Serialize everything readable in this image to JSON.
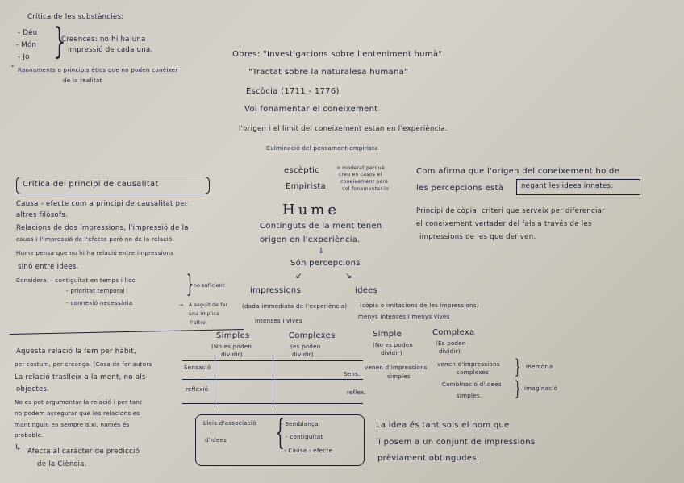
{
  "texts": {
    "critica_title": "Crítica de les substàncies:",
    "deu": "- Déu",
    "mon": "- Món",
    "jo": "- Jo",
    "creences_1": "Creences: no hi ha una",
    "creences_2": "impressió de cada una.",
    "razonaments_1": "Raonaments o principis ètics que no poden conèixer",
    "razonaments_2": "de la realitat",
    "obres": "Obres: \"Investigacions sobre l'enteniment humà\"",
    "tractat": "\"Tractat sobre la naturalesa humana\"",
    "escocia": "Escòcia (1711 - 1776)",
    "vol": "Vol fonamentar el coneixement",
    "origen": "l'origen i el límit del coneixement estan en l'experiència.",
    "culminacio": "Culminació del pensament empirista",
    "esceptic": "escèptic",
    "esceptic_note_1": "o moderat perquè",
    "esceptic_note_2": "creu en casos el",
    "esceptic_note_3": "coneixement però",
    "esceptic_note_4": "vol fonamentar-lo",
    "empirista": "Empirista",
    "hume": "Hume",
    "contingut_1": "Continguts de la ment tenen",
    "contingut_2": "origen en l'experiència.",
    "son_percepcions": "Són percepcions",
    "afirma_1": "Com afirma que l'origen del coneixement ho de",
    "afirma_2": "les percepcions està",
    "nega": "negant les idees innates.",
    "principi_1": "Principi de còpia: criteri que serveix per diferenciar",
    "principi_2": "el coneixement vertader del fals a través de les",
    "principi_3": "impressions de les que deriven.",
    "critica_causalitat": "Crítica del principi de causalitat",
    "causa_1": "Causa - efecte com a principi de causalitat per",
    "causa_2": "altres filòsofs.",
    "relacio_1": "Relacions de dos impressions, l'impressió de la",
    "relacio_2": "causa i l'impressió de l'efecte però no de la relació.",
    "relacio_3": "Hume pensa que no hi ha relació entre impressions",
    "relacio_4": "sinó entre idees.",
    "considera": "Considera: - contiguïtat en temps i lloc",
    "prioritat": "- prioritat temporal",
    "connexio": "- connexió necessària",
    "no_suficient": "no suficient",
    "futur_1": "A seguit de fer",
    "futur_2": "una implica",
    "futur_3": "l'altre.",
    "impressions": "impressions",
    "idees": "idees",
    "imp_def": "(dada immediata de l'experiència)",
    "idees_def": "(còpia o imitacions de les impressions)",
    "imp_quals": "intenses i vives",
    "idees_quals": "menys intenses i menys vives",
    "simples_left": "Simples",
    "simples_left_note_1": "(No es poden",
    "simples_left_note_2": "dividir)",
    "complexes_left": "Complexes",
    "complexes_left_note_1": "(es poden",
    "complexes_left_note_2": "dividir)",
    "simple_right": "Simple",
    "simple_right_note_1": "(No es poden",
    "simple_right_note_2": "dividir)",
    "complexa_right": "Complexa",
    "complexa_right_note_1": "(Es poden",
    "complexa_right_note_2": "dividir)",
    "sensacio": "Sensació",
    "reflexio": "reflexió",
    "sens": "Sens.",
    "reflex": "reflex.",
    "venen_1": "venen d'impressions",
    "venen_2": "simples",
    "venen_comp_1": "venen d'impressions",
    "venen_comp_2": "complexes",
    "combinacio_1": "Combinació d'idees",
    "combinacio_2": "simples.",
    "memoria": "memòria",
    "imaginacio": "imaginació",
    "aquesta_1": "Aquesta relació la fem per hàbit,",
    "aquesta_2": "per costum, per creença. (Cosa de fer autors",
    "aquesta_3": "La relació traslleix a la ment, no als",
    "aquesta_4": "objectes.",
    "aquesta_5": "No es pot argumentar la relació i per tant",
    "aquesta_6": "no podem assegurar que les relacions es",
    "aquesta_7": "mantinguin en sempre aixi, només és",
    "aquesta_8": "probable.",
    "afecta_1": "Afecta al caràcter de predicció",
    "afecta_2": "de la Ciència.",
    "lleis_1": "Lleis d'associació",
    "lleis_2": "d'idees",
    "semblanca": "- Semblança",
    "contiguitat": "- contiguïtat",
    "causa_efecte": "- Causa - efecte",
    "idea_1": "La idea és tant sols el nom que",
    "idea_2": "li posem a un conjunt de impressions",
    "idea_3": "prèviament obtingudes."
  }
}
